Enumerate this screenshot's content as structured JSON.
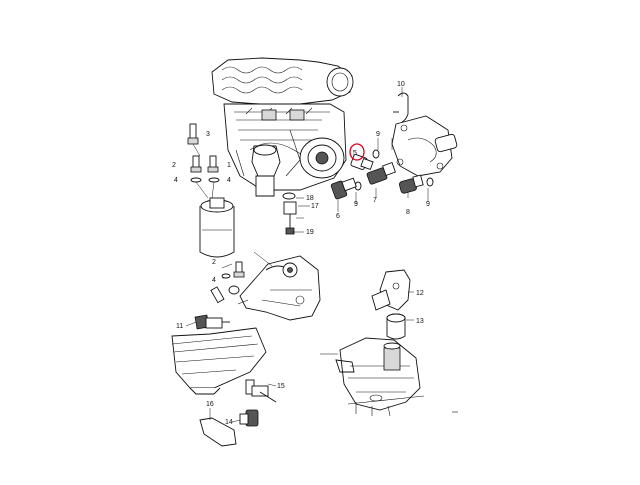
{
  "diagram": {
    "callouts": {
      "c1": "1",
      "c2a": "2",
      "c2b": "2",
      "c3": "3",
      "c4a": "4",
      "c4b": "4",
      "c5": "5",
      "c6": "6",
      "c7": "7",
      "c8": "8",
      "c9a": "9",
      "c9b": "9",
      "c9c": "9",
      "c10": "10",
      "c11": "11",
      "c12": "12",
      "c13": "13",
      "c14": "14",
      "c15": "15",
      "c16": "16",
      "c17": "17",
      "c18": "18",
      "c19": "19"
    },
    "highlight_color": "#d4001c",
    "line_color": "#111111"
  }
}
